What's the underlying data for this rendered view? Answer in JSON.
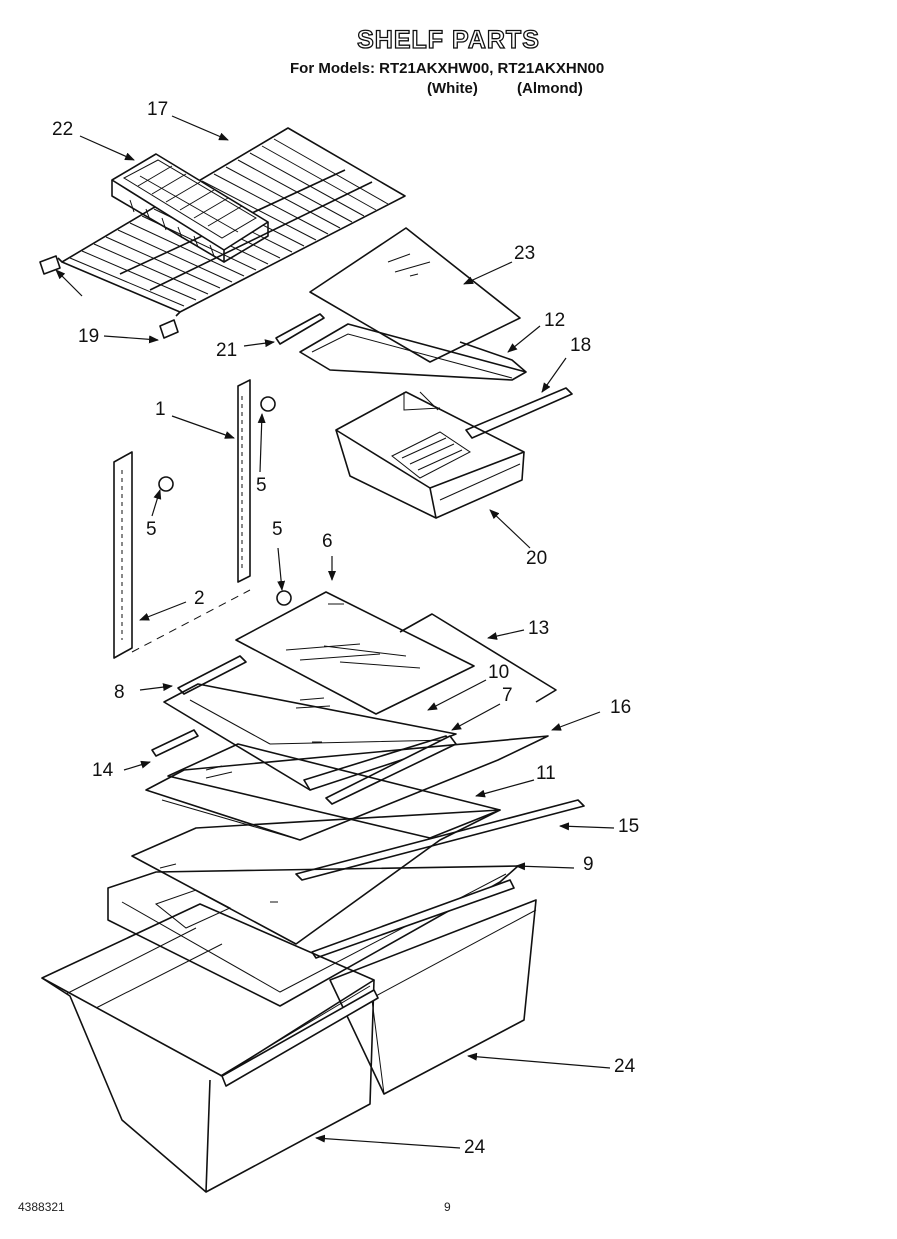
{
  "header": {
    "title": "SHELF PARTS",
    "models_line": "For Models: RT21AKXHW00, RT21AKXHN00",
    "variant_white": "(White)",
    "variant_almond": "(Almond)"
  },
  "callouts": [
    {
      "id": "17",
      "text": "17"
    },
    {
      "id": "22",
      "text": "22"
    },
    {
      "id": "23",
      "text": "23"
    },
    {
      "id": "12",
      "text": "12"
    },
    {
      "id": "18",
      "text": "18"
    },
    {
      "id": "19",
      "text": "19"
    },
    {
      "id": "21",
      "text": "21"
    },
    {
      "id": "1",
      "text": "1"
    },
    {
      "id": "5a",
      "text": "5"
    },
    {
      "id": "5b",
      "text": "5"
    },
    {
      "id": "5c",
      "text": "5"
    },
    {
      "id": "20",
      "text": "20"
    },
    {
      "id": "6",
      "text": "6"
    },
    {
      "id": "2",
      "text": "2"
    },
    {
      "id": "13",
      "text": "13"
    },
    {
      "id": "8",
      "text": "8"
    },
    {
      "id": "10",
      "text": "10"
    },
    {
      "id": "7",
      "text": "7"
    },
    {
      "id": "16",
      "text": "16"
    },
    {
      "id": "14",
      "text": "14"
    },
    {
      "id": "11",
      "text": "11"
    },
    {
      "id": "15",
      "text": "15"
    },
    {
      "id": "9",
      "text": "9"
    },
    {
      "id": "24a",
      "text": "24"
    },
    {
      "id": "24b",
      "text": "24"
    }
  ],
  "footer": {
    "doc_number": "4388321",
    "page_number": "9"
  }
}
